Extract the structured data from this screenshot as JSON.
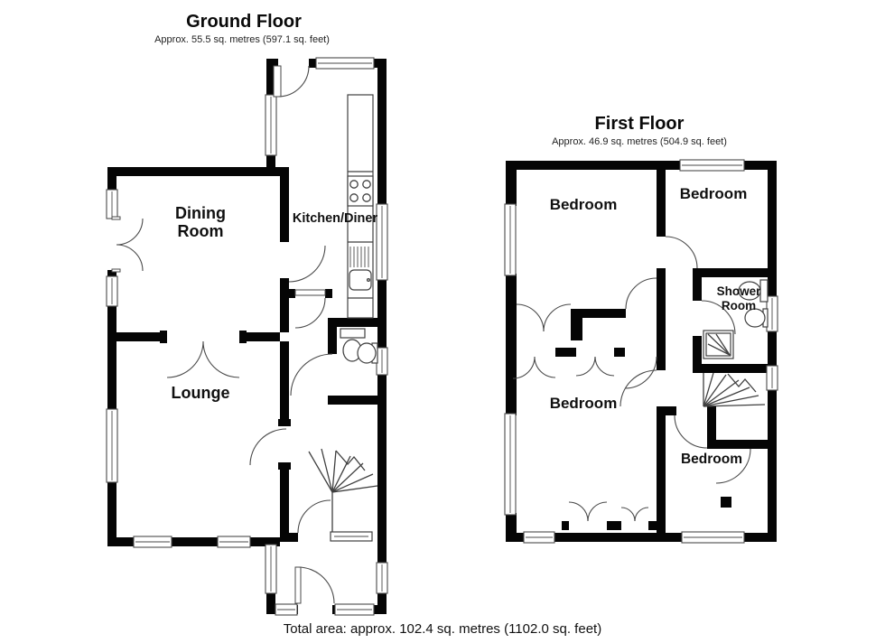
{
  "ground_floor": {
    "title": "Ground Floor",
    "subtitle": "Approx. 55.5 sq. metres (597.1 sq. feet)",
    "rooms": {
      "dining_line1": "Dining",
      "dining_line2": "Room",
      "kitchen": "Kitchen/Diner",
      "lounge": "Lounge"
    }
  },
  "first_floor": {
    "title": "First Floor",
    "subtitle": "Approx. 46.9 sq. metres (504.9 sq. feet)",
    "rooms": {
      "bedroom_top_left": "Bedroom",
      "bedroom_top_right": "Bedroom",
      "bedroom_bottom_left": "Bedroom",
      "bedroom_bottom_right": "Bedroom",
      "shower_line1": "Shower",
      "shower_line2": "Room"
    }
  },
  "footer": {
    "total_area": "Total area: approx. 102.4 sq. metres (1102.0 sq. feet)"
  },
  "colors": {
    "wall": "#050505",
    "line": "#3f3f3f",
    "text": "#101010"
  }
}
